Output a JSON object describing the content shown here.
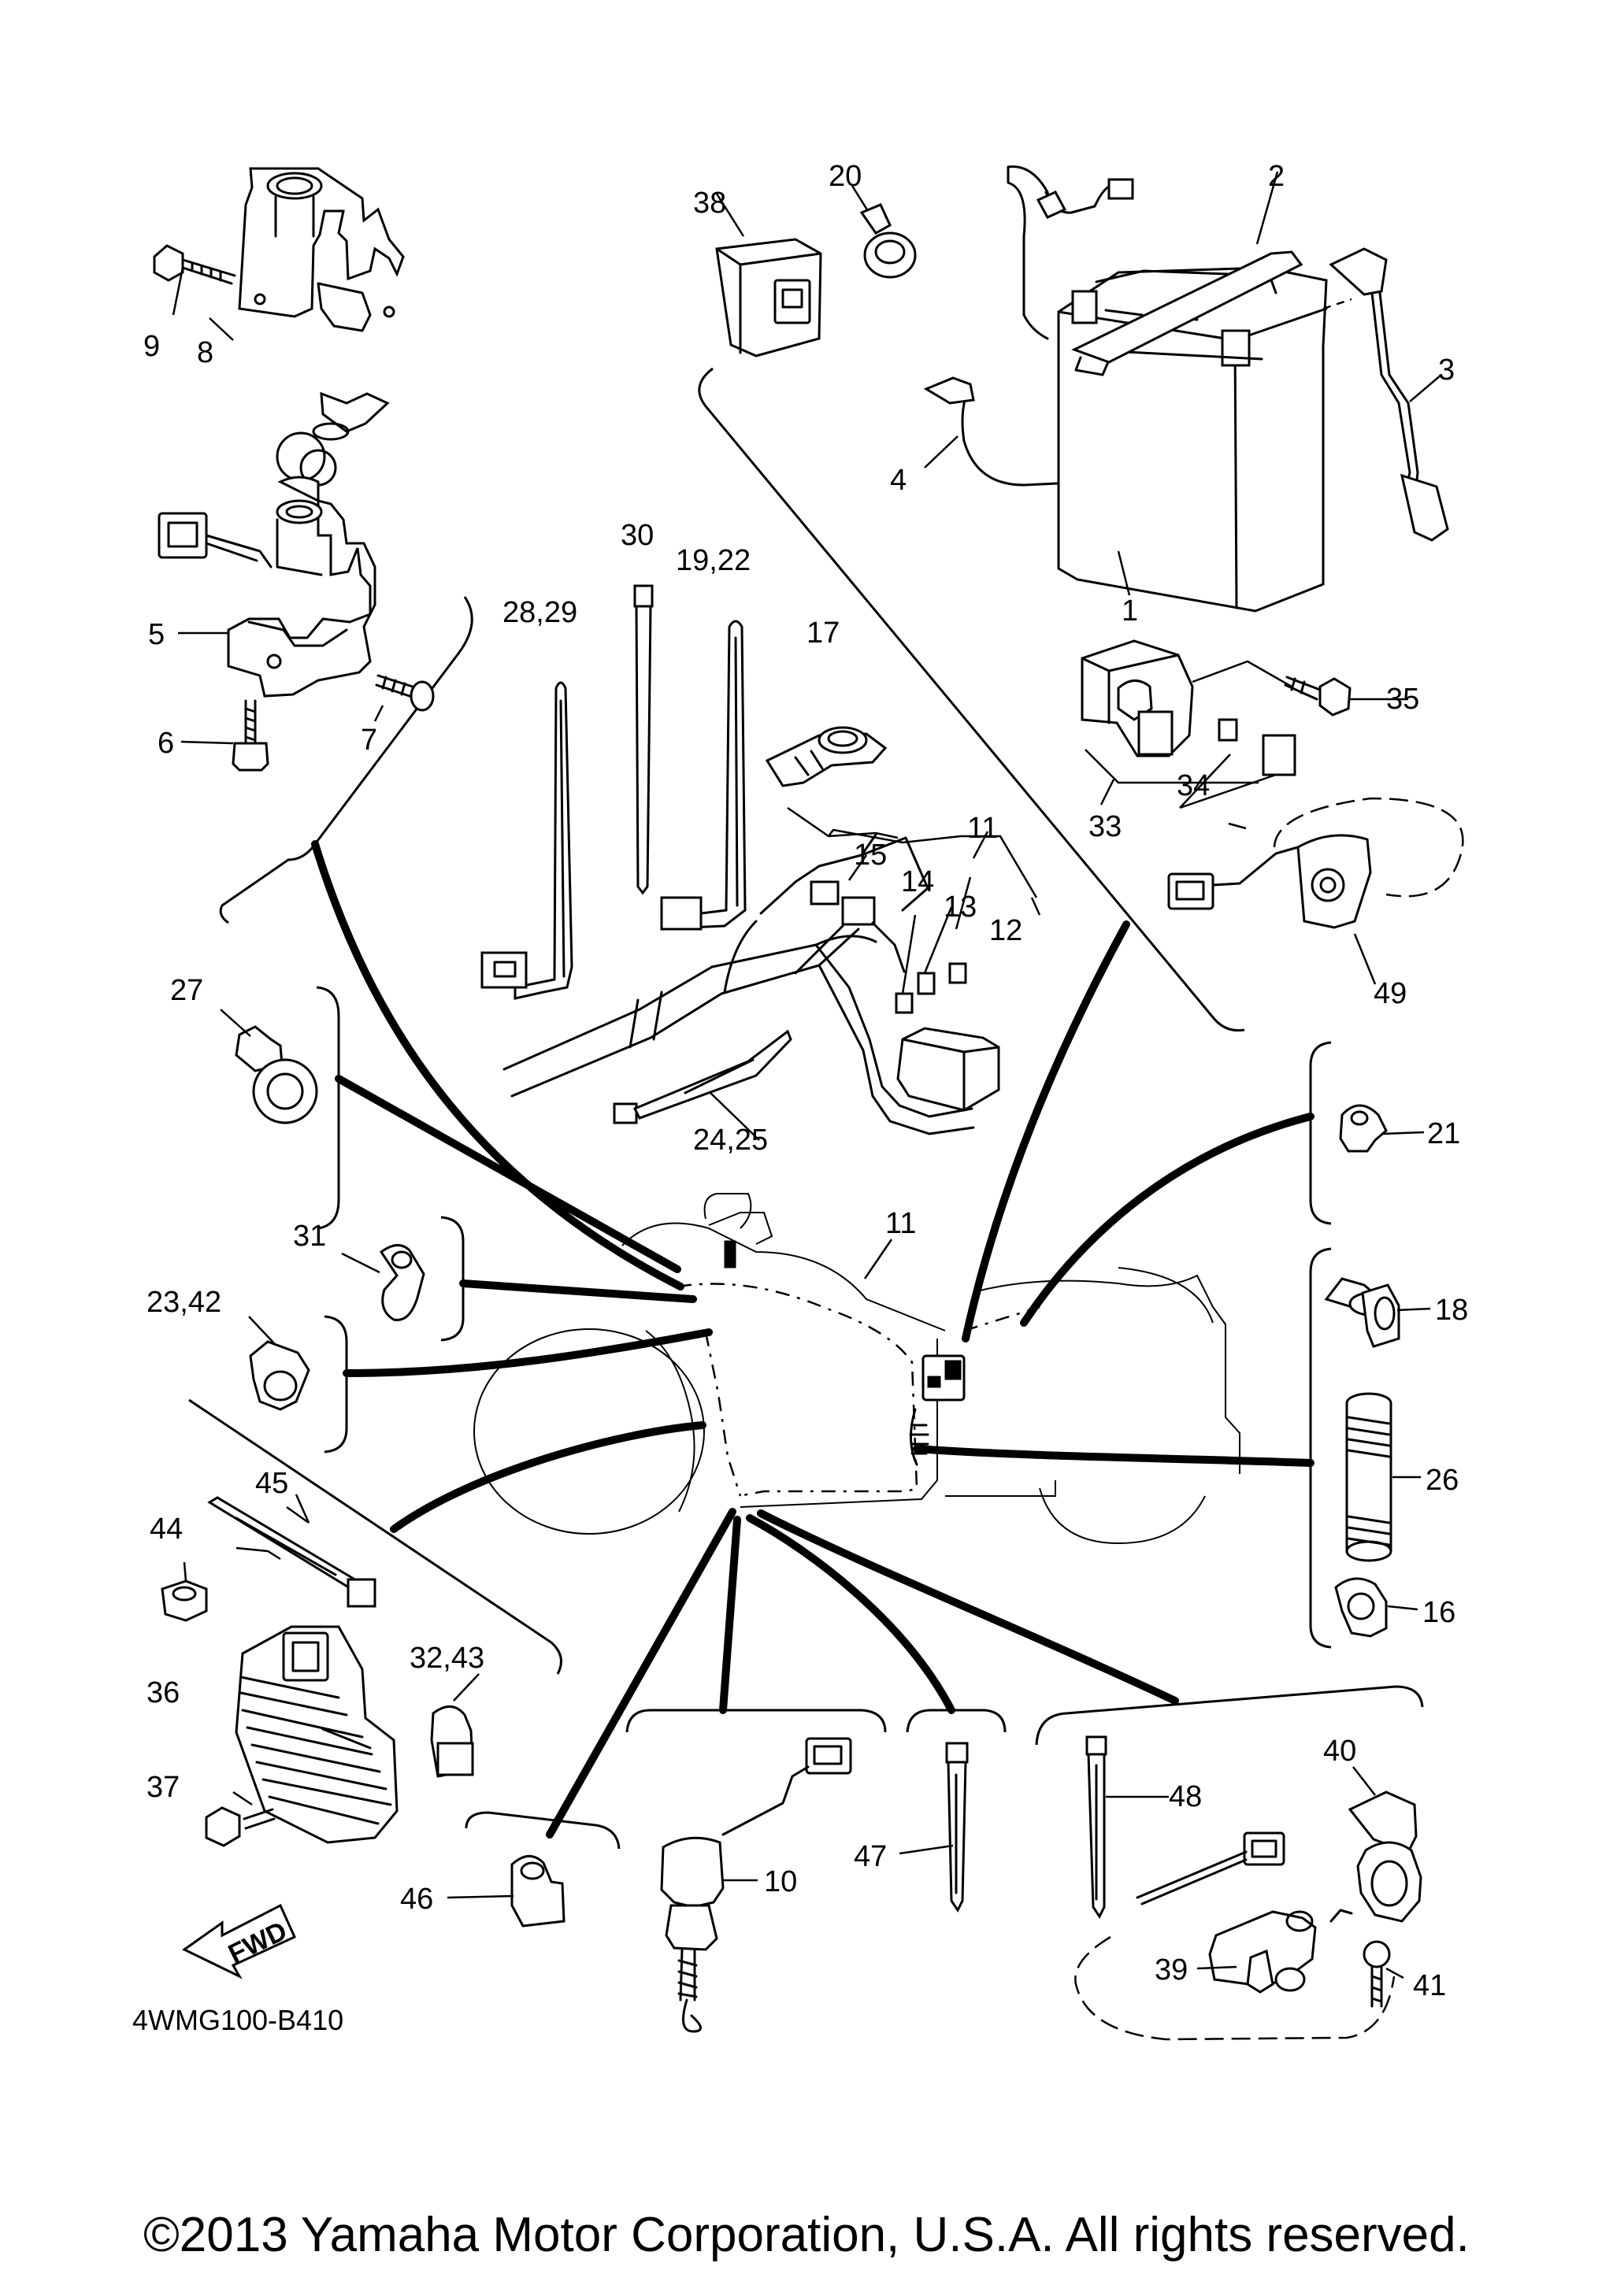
{
  "diagram": {
    "part_code": "4WMG100-B410",
    "fwd_label": "FWD",
    "copyright": "©2013 Yamaha Motor Corporation, U.S.A. All rights reserved.",
    "callouts": {
      "c1": "1",
      "c2": "2",
      "c3": "3",
      "c4": "4",
      "c5": "5",
      "c6": "6",
      "c7": "7",
      "c8": "8",
      "c9": "9",
      "c10": "10",
      "c11a": "11",
      "c11b": "11",
      "c12": "12",
      "c13": "13",
      "c14": "14",
      "c15": "15",
      "c16": "16",
      "c17": "17",
      "c18": "18",
      "c19_22": "19,22",
      "c20": "20",
      "c21": "21",
      "c23_42": "23,42",
      "c24_25": "24,25",
      "c26": "26",
      "c27": "27",
      "c28_29": "28,29",
      "c30": "30",
      "c31": "31",
      "c32_43": "32,43",
      "c33": "33",
      "c34": "34",
      "c35": "35",
      "c36": "36",
      "c37": "37",
      "c38": "38",
      "c39": "39",
      "c40": "40",
      "c41": "41",
      "c44": "44",
      "c45": "45",
      "c46": "46",
      "c47": "47",
      "c48": "48",
      "c49": "49"
    }
  }
}
